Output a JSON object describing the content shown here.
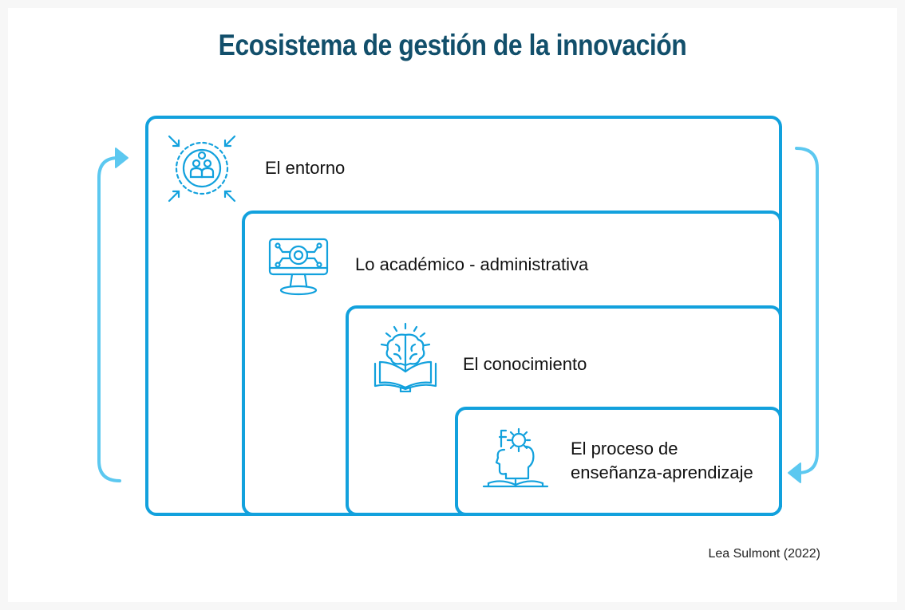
{
  "title": "Ecosistema de gestión de la innovación",
  "levels": [
    {
      "label": "El entorno",
      "icon": "people-target-icon"
    },
    {
      "label": "Lo académico - administrativa",
      "icon": "monitor-network-icon"
    },
    {
      "label": "El conocimiento",
      "icon": "brain-book-icon"
    },
    {
      "label_line1": "El proceso de",
      "label_line2": "enseñanza-aprendizaje",
      "icon": "head-gear-icon"
    }
  ],
  "credit": "Lea Sulmont (2022)",
  "colors": {
    "title": "#124f6b",
    "border": "#12a1dd",
    "arrow": "#5cc8f0",
    "icon": "#12a1dd"
  }
}
